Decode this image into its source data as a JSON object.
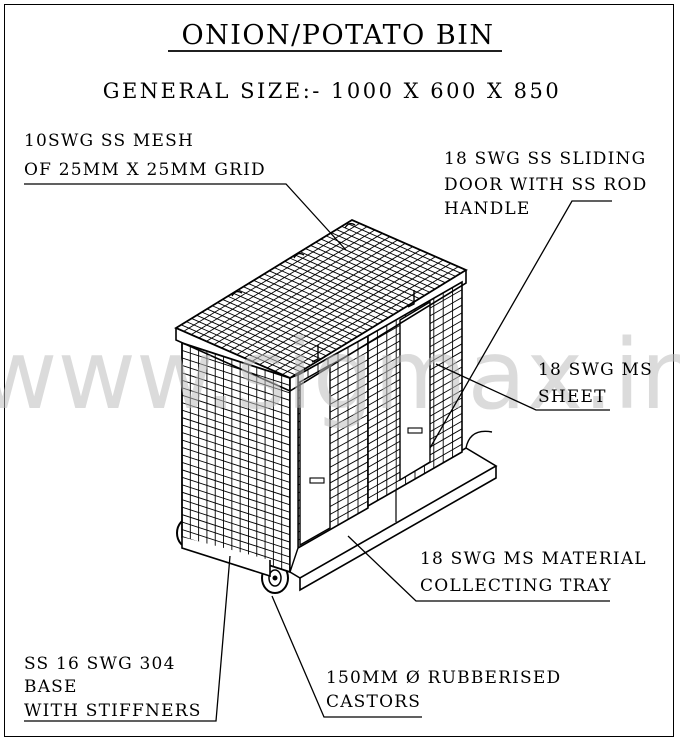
{
  "title": "ONION/POTATO BIN",
  "general_size": "GENERAL SIZE:- 1000 X 600 X 850",
  "watermark": "www.sigmax.in",
  "labels": {
    "mesh": [
      "10SWG SS MESH",
      "OF 25MM X 25MM GRID"
    ],
    "door": [
      "18 SWG SS SLIDING",
      "DOOR WITH SS ROD",
      "HANDLE"
    ],
    "sheet": [
      "18 SWG MS",
      "SHEET"
    ],
    "tray": [
      "18 SWG MS MATERIAL",
      "COLLECTING TRAY"
    ],
    "base": [
      "SS 16 SWG 304",
      "BASE",
      "WITH STIFFNERS"
    ],
    "castors": [
      "150MM Ø RUBBERISED",
      "CASTORS"
    ]
  },
  "colors": {
    "ink": "#000000",
    "watermark": "#bdbdbd"
  }
}
